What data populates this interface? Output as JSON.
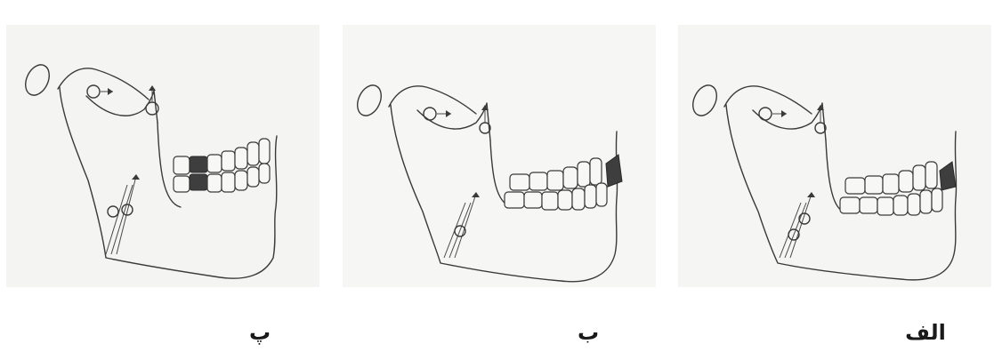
{
  "figure": {
    "panels": [
      {
        "id": "pe",
        "label": "پ",
        "description_icon": "mandible-diagram-molar-contact"
      },
      {
        "id": "be",
        "label": "ب",
        "description_icon": "mandible-diagram-incisor-contact"
      },
      {
        "id": "alef",
        "label": "الف",
        "description_icon": "mandible-diagram-incisor-contact-open"
      }
    ],
    "colors": {
      "ink": "#3a3a3a",
      "paper": "#f7f7f5",
      "shade": "#3e3e3e"
    }
  }
}
